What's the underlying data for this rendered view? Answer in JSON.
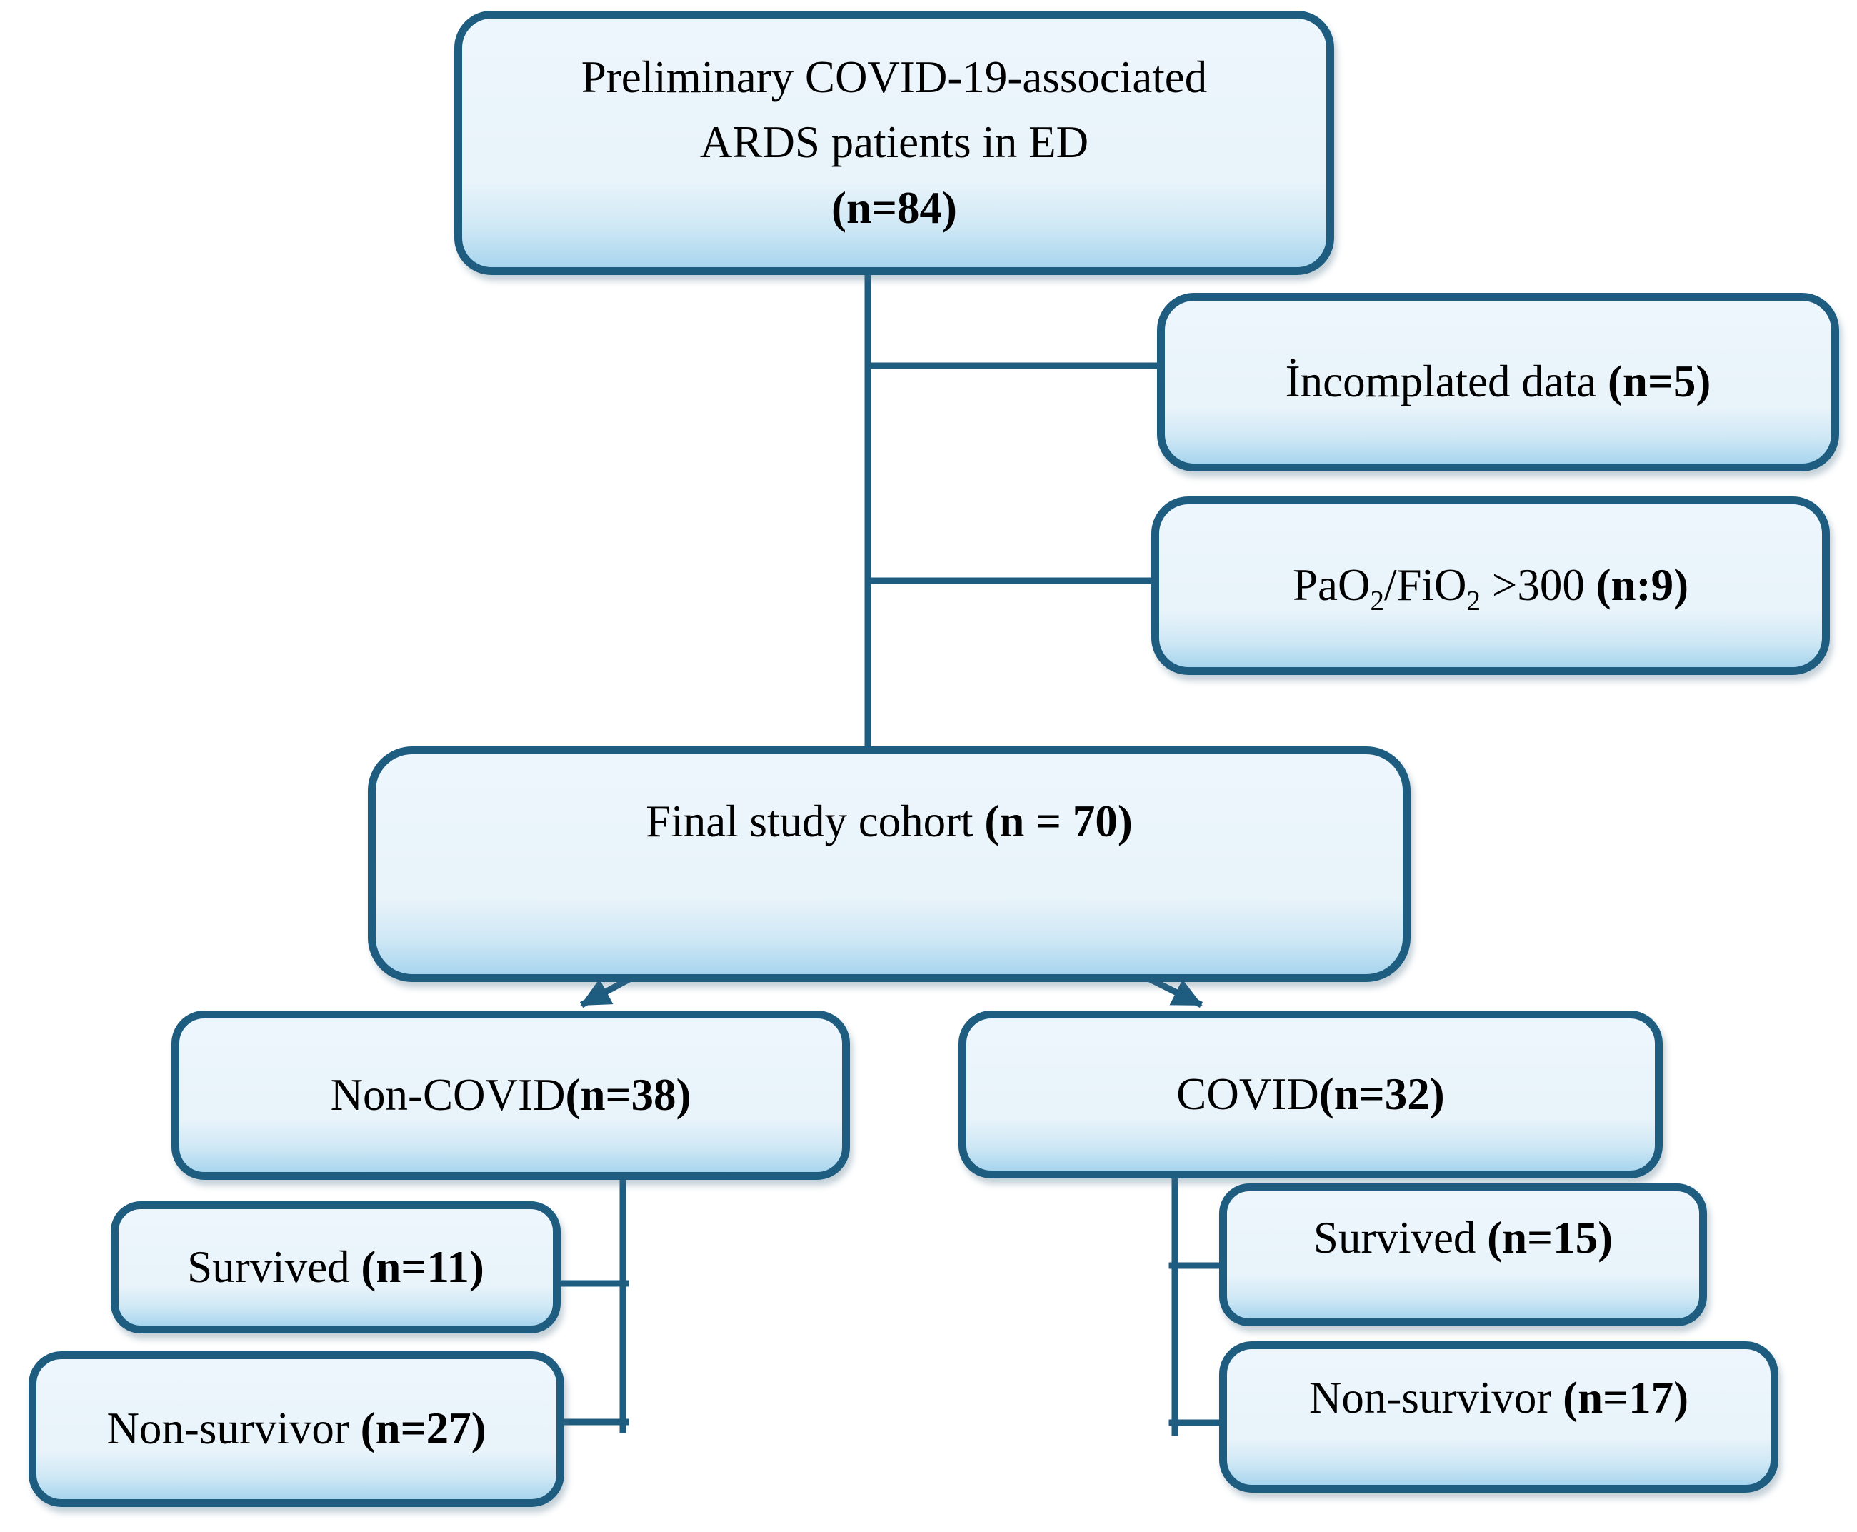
{
  "colors": {
    "box_border": "#1e5c80",
    "box_fill_top": "#edf6fc",
    "box_fill_bottom": "#a8d5ee",
    "text": "#000000",
    "background": "#ffffff"
  },
  "nodes": {
    "preliminary": {
      "line1": "Preliminary COVID-19-associated",
      "line2": "ARDS patients in ED",
      "count": "(n=84)"
    },
    "incomplete": {
      "label": "İncomplated data ",
      "count": "(n=5)"
    },
    "pao2": {
      "p1": "PaO",
      "sub1": "2",
      "p2": "/FiO",
      "sub2": "2",
      "p3": " >300 ",
      "count": "(n:9)"
    },
    "final": {
      "label": "Final study cohort ",
      "count": "(n = 70)"
    },
    "noncovid": {
      "label": "Non-COVID",
      "count": "(n=38)"
    },
    "covid": {
      "label": "COVID",
      "count": "(n=32)"
    },
    "survived_noncovid": {
      "label": "Survived ",
      "count": "(n=11)"
    },
    "nonsurvivor_noncovid": {
      "label": "Non-survivor ",
      "count": "(n=27)"
    },
    "survived_covid": {
      "label": "Survived ",
      "count": "(n=15)"
    },
    "nonsurvivor_covid": {
      "label": "Non-survivor ",
      "count": "(n=17)"
    }
  }
}
